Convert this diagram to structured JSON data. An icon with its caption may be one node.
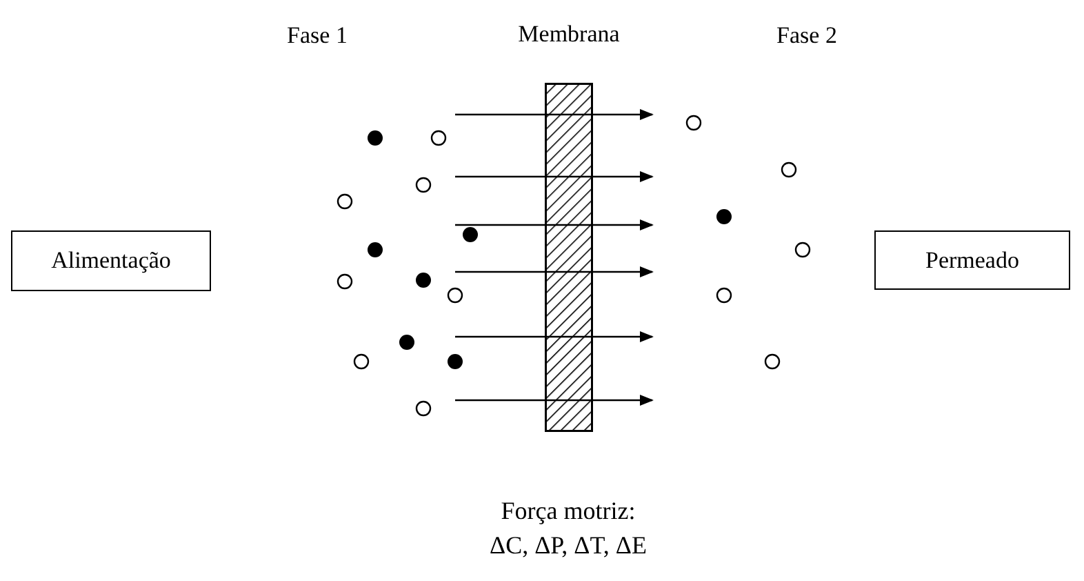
{
  "diagram": {
    "nodes": [
      {
        "text": [
          "Alimentação"
        ]
      },
      {
        "text": [
          "Membrana"
        ]
      },
      {
        "text": [
          "Permeado"
        ]
      }
    ],
    "labels": [
      "Fase 1",
      "Fase 2",
      "Força motriz: ΔC, ΔP, ΔT, ΔE"
    ]
  }
}
